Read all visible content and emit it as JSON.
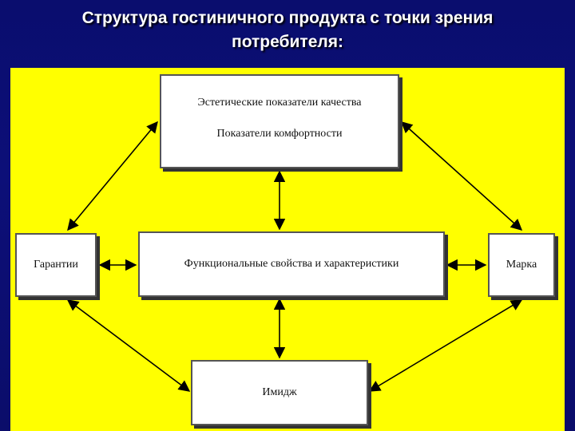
{
  "title": {
    "line1": "Структура гостиничного продукта с точки зрения",
    "line2": "потребителя:"
  },
  "nodes": {
    "top": {
      "line1": "Эстетические показатели качества",
      "line2": "Показатели комфортности"
    },
    "center": "Функциональные свойства и характеристики",
    "left": "Гарантии",
    "right": "Марка",
    "bottom": "Имидж"
  },
  "colors": {
    "background": "#0b0e72",
    "panel": "#ffff00",
    "box": "#ffffff",
    "arrow": "#000000"
  }
}
